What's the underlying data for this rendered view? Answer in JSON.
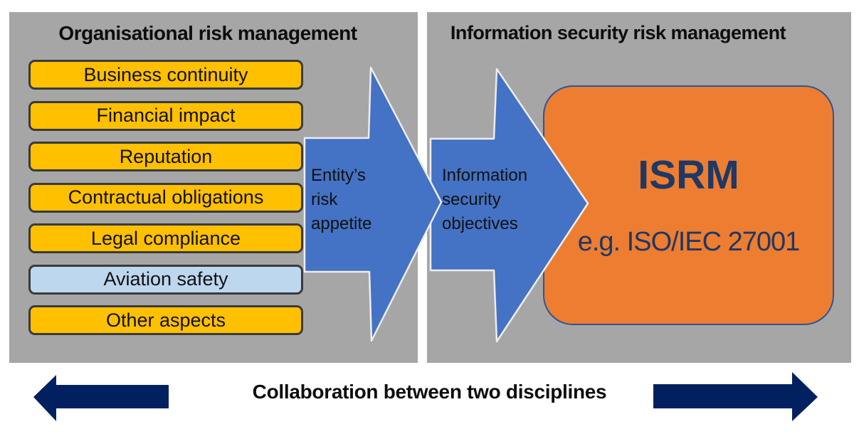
{
  "diagram": {
    "left_panel": {
      "title": "Organisational risk management",
      "boxes": [
        {
          "label": "Business continuity",
          "variant": "yellow"
        },
        {
          "label": "Financial impact",
          "variant": "yellow"
        },
        {
          "label": "Reputation",
          "variant": "yellow"
        },
        {
          "label": "Contractual obligations",
          "variant": "yellow"
        },
        {
          "label": "Legal compliance",
          "variant": "yellow"
        },
        {
          "label": "Aviation safety",
          "variant": "light-blue-highlight"
        },
        {
          "label": "Other aspects",
          "variant": "yellow"
        }
      ]
    },
    "flow": {
      "entity_arrow": {
        "lines": [
          "Entity’s",
          "risk",
          "appetite"
        ]
      },
      "objectives_arrow": {
        "lines": [
          "Information",
          "security",
          "objectives"
        ]
      }
    },
    "right_panel": {
      "title": "Information security risk management",
      "isrm_box": {
        "title": "ISRM",
        "subtitle": "e.g. ISO/IEC 27001"
      }
    },
    "footer": {
      "caption": "Collaboration between two disciplines"
    }
  },
  "colors": {
    "panel_gray": "#A6A6A6",
    "box_yellow": "#FFC000",
    "box_light_blue": "#BDD7EE",
    "box_border_dark": "#3A3A3A",
    "arrow_blue": "#4472C4",
    "arrow_outline_white": "#EDEDED",
    "isrm_orange": "#ED7D31",
    "isrm_border_blue": "#2F5597",
    "navy_text": "#1F3864",
    "navy_arrow": "#002060"
  }
}
